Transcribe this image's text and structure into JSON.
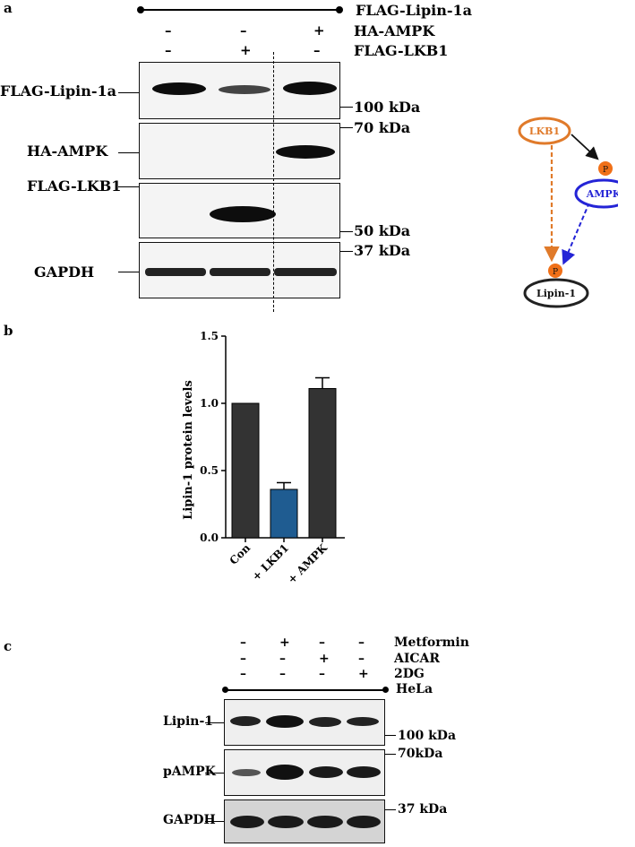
{
  "panel_a": {
    "letter": "a",
    "group_label": "FLAG-Lipin-1a",
    "row_labels": [
      "HA-AMPK",
      "FLAG-LKB1"
    ],
    "row1_signs": [
      "–",
      "–",
      "+"
    ],
    "row2_signs": [
      "–",
      "+",
      "–"
    ],
    "blot_labels": [
      "FLAG-Lipin-1a",
      "HA-AMPK",
      "FLAG-LKB1",
      "GAPDH"
    ],
    "mw_markers": [
      "100 kDa",
      "70 kDa",
      "50 kDa",
      "37 kDa"
    ]
  },
  "diagram": {
    "nodes": [
      "LKB1",
      "AMPK",
      "Lipin-1"
    ],
    "phospho_label": "P",
    "colors": {
      "lkb1": "#e07a2a",
      "ampk": "#2424d6",
      "lipin": "#222222",
      "phospho": "#f07018"
    }
  },
  "panel_b": {
    "letter": "b"
  },
  "chart_data": {
    "type": "bar",
    "categories": [
      "Con",
      "+ LKB1",
      "+ AMPK"
    ],
    "values": [
      1.0,
      0.36,
      1.11
    ],
    "errors": [
      0,
      0.05,
      0.08
    ],
    "colors": [
      "#333333",
      "#1f5c91",
      "#333333"
    ],
    "ylabel": "Lipin-1 protein levels",
    "ylim": [
      0,
      1.5
    ],
    "yticks": [
      "0.0",
      "0.5",
      "1.0",
      "1.5"
    ]
  },
  "panel_c": {
    "letter": "c",
    "treatments": [
      "Metformin",
      "AICAR",
      "2DG"
    ],
    "signs": [
      [
        "–",
        "+",
        "–",
        "–"
      ],
      [
        "–",
        "–",
        "+",
        "–"
      ],
      [
        "–",
        "–",
        "–",
        "+"
      ]
    ],
    "cell_line": "HeLa",
    "blot_labels": [
      "Lipin-1",
      "pAMPK",
      "GAPDH"
    ],
    "mw_markers": [
      "100 kDa",
      "70kDa",
      "37 kDa"
    ]
  }
}
